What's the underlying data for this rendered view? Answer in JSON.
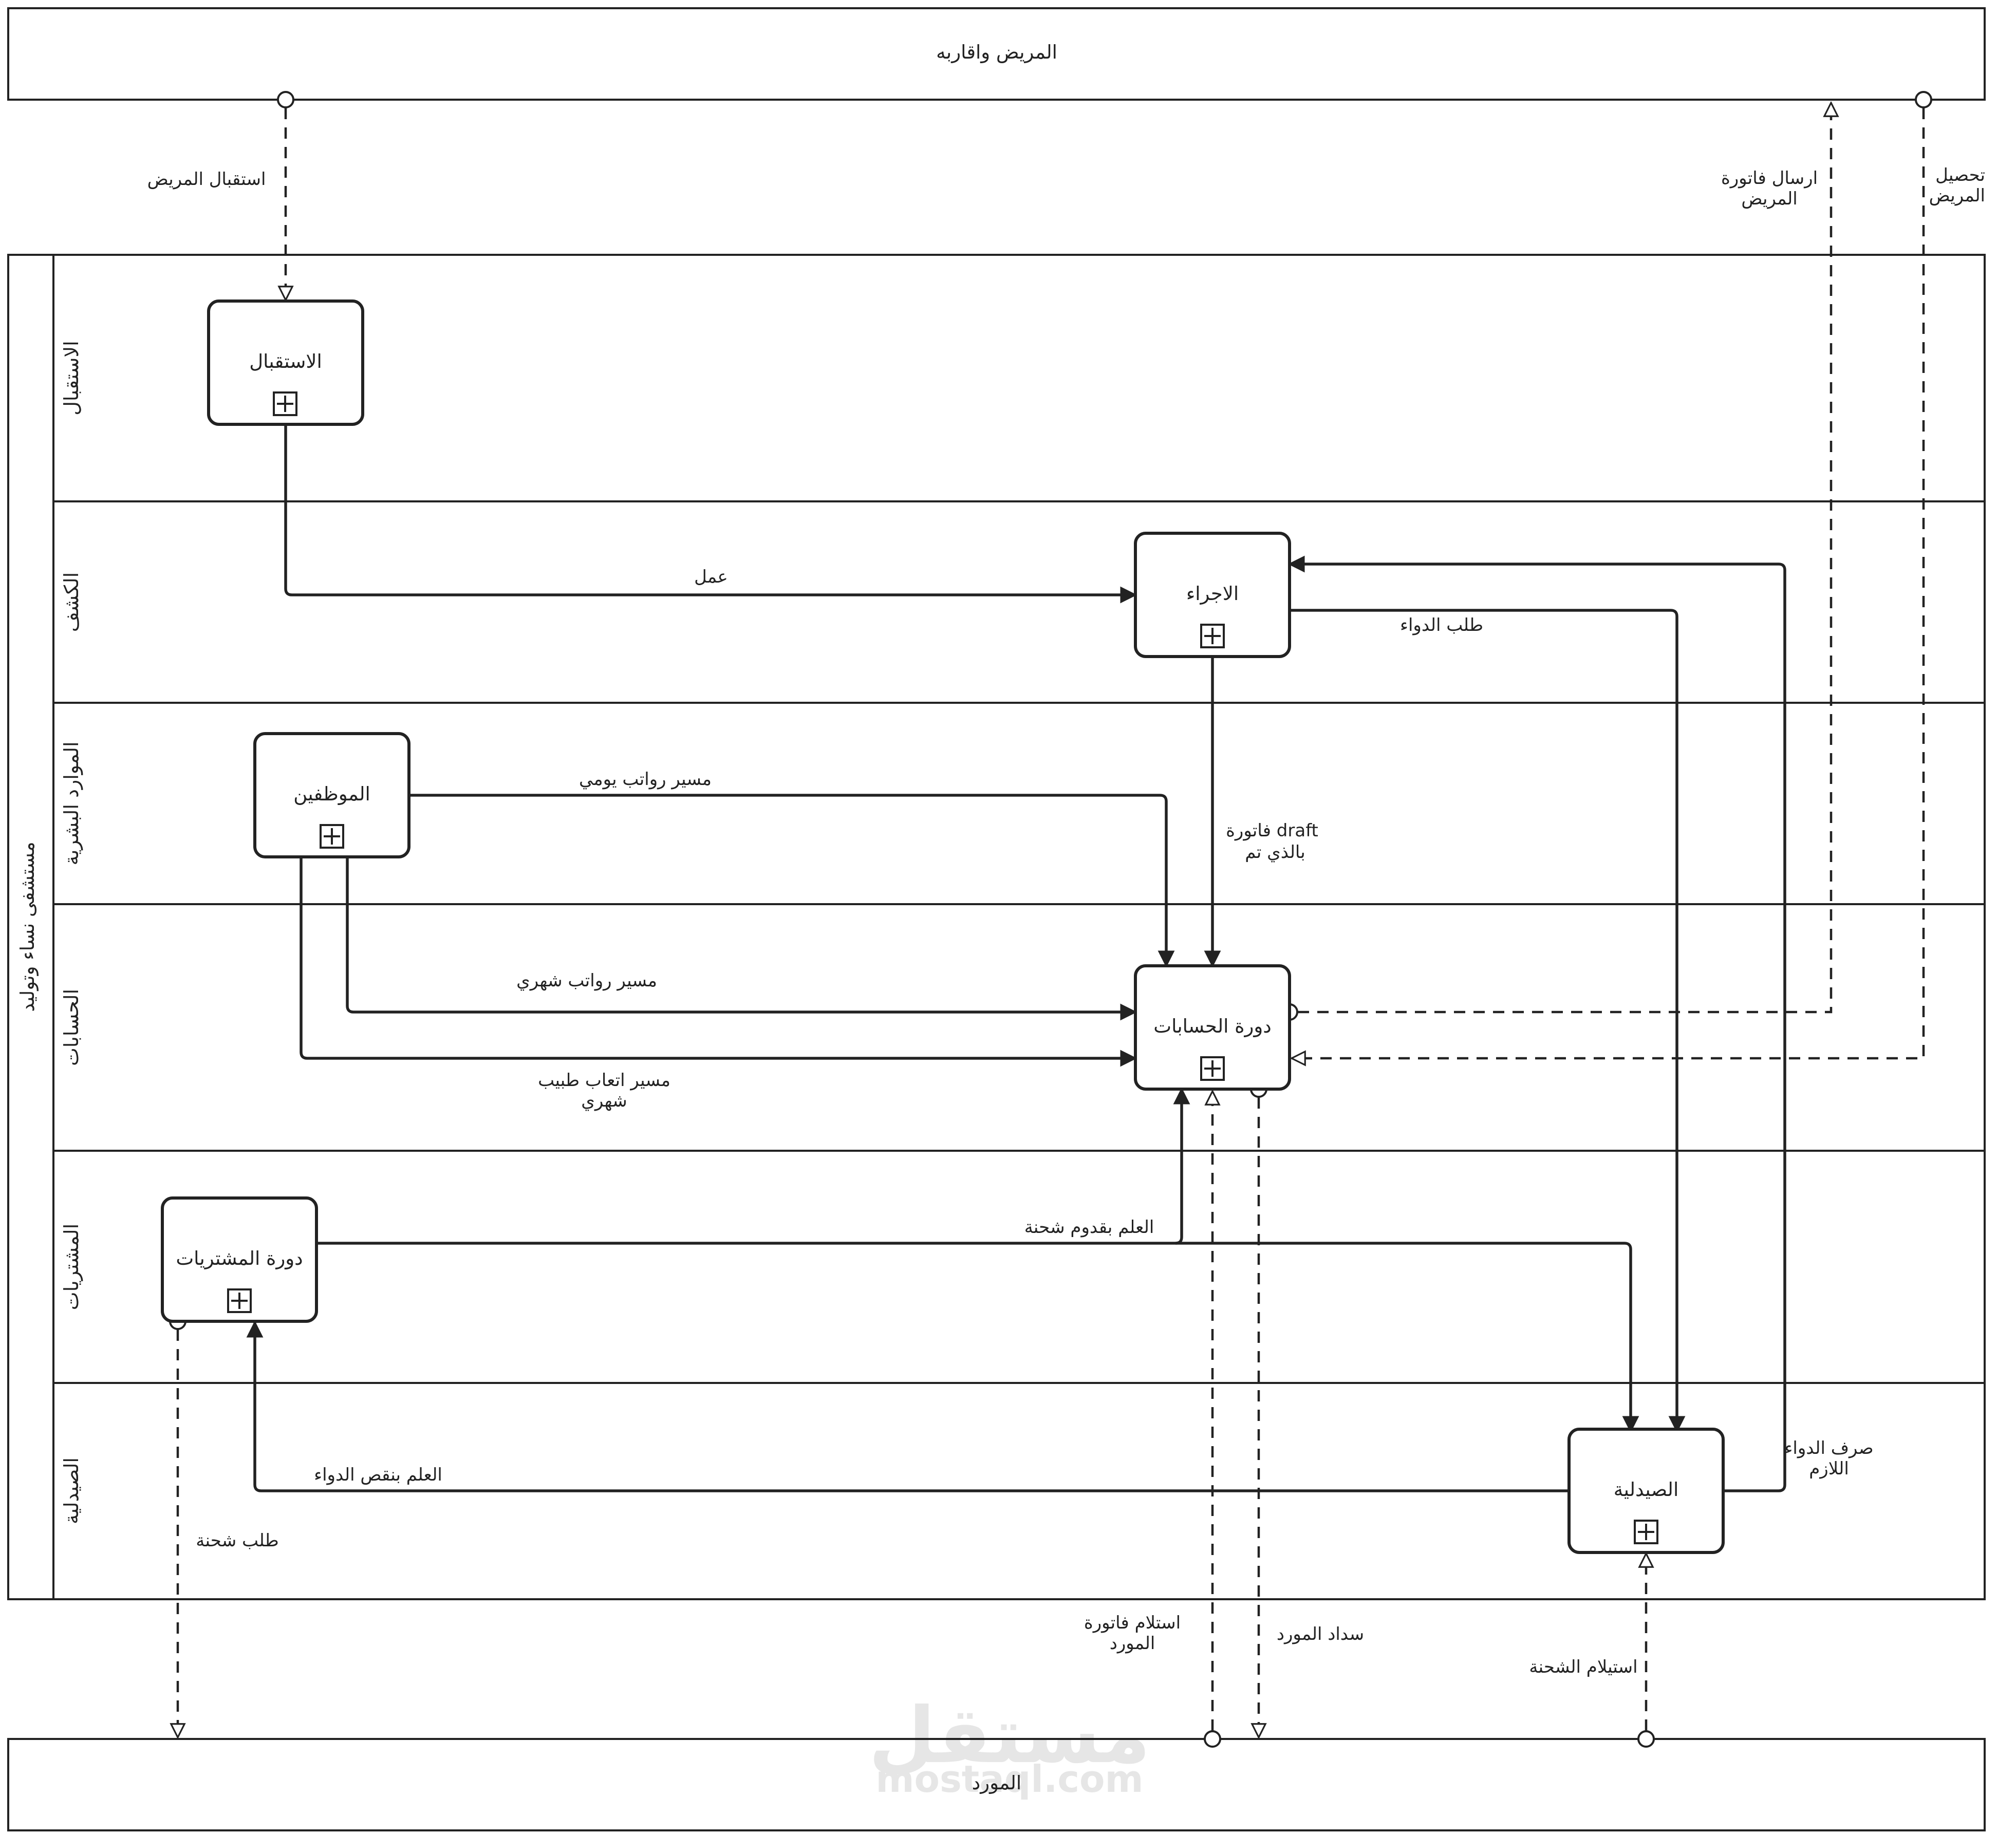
{
  "pools": {
    "patient": {
      "label": "المريض واقاربه"
    },
    "hospital": {
      "label": "مستشفى نساء وتوليد"
    },
    "supplier": {
      "label": "المورد"
    }
  },
  "lanes": {
    "reception": "الاستقبال",
    "examination": "الكشف",
    "hr": "الموارد البشرية",
    "accounts": "الحسابات",
    "purchases": "المشتريات",
    "pharmacy": "الصيدلية"
  },
  "tasks": {
    "reception": "الاستقبال",
    "procedure": "الاجراء",
    "employees": "الموظفين",
    "accounts_cycle": "دورة الحسابات",
    "purchases_cycle": "دورة المشتريات",
    "pharmacy": "الصيدلية"
  },
  "flows": {
    "work": "عمل",
    "medicine_request": "طلب الدواء",
    "daily_payroll": "مسير رواتب يومي",
    "draft_invoice_line1": "فاتورة draft",
    "draft_invoice_line2": "بالذي تم",
    "monthly_payroll": "مسير رواتب شهري",
    "doctor_fees_line1": "مسير اتعاب طبيب",
    "doctor_fees_line2": "شهري",
    "shipment_arrival": "العلم بقدوم شحنة",
    "medicine_shortage": "العلم بنقص الدواء",
    "dispense_line1": "صرف الدواء",
    "dispense_line2": "اللازم"
  },
  "messages": {
    "patient_reception": "استقبال المريض",
    "send_invoice_line1": "ارسال فاتورة",
    "send_invoice_line2": "المريض",
    "collect_line1": "تحصيل",
    "collect_line2": "المريض",
    "shipment_request": "طلب شحنة",
    "supplier_invoice_line1": "استلام فاتورة",
    "supplier_invoice_line2": "المورد",
    "supplier_payment": "سداد المورد",
    "shipment_receipt": "استيلام الشحنة"
  },
  "watermark": {
    "brand_arabic": "مستقل",
    "brand_latin": "mostaql.com"
  },
  "icons": {
    "subprocess_marker": "plus-square-icon",
    "message_start": "circle-icon"
  }
}
